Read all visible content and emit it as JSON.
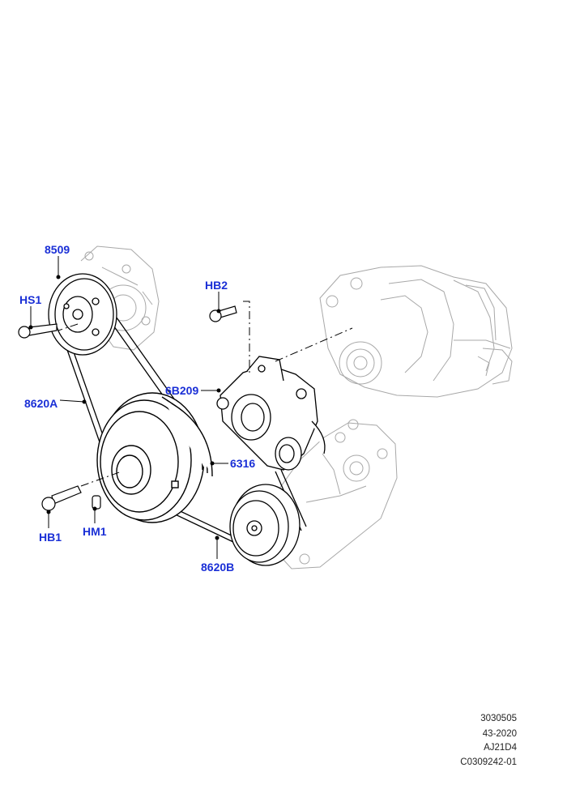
{
  "callouts": {
    "c8509": "8509",
    "hs1": "HS1",
    "hb2": "HB2",
    "c6b209": "6B209",
    "c8620a": "8620A",
    "c6316": "6316",
    "hb1": "HB1",
    "hm1": "HM1",
    "c8620b": "8620B"
  },
  "reference": {
    "line1": "3030505",
    "line2": "43-2020",
    "line3": "AJ21D4",
    "line4": "C0309242-01"
  },
  "colors": {
    "callout_text": "#1a2fd6",
    "linework": "#000000",
    "ghost_linework": "#9a9a9a"
  }
}
